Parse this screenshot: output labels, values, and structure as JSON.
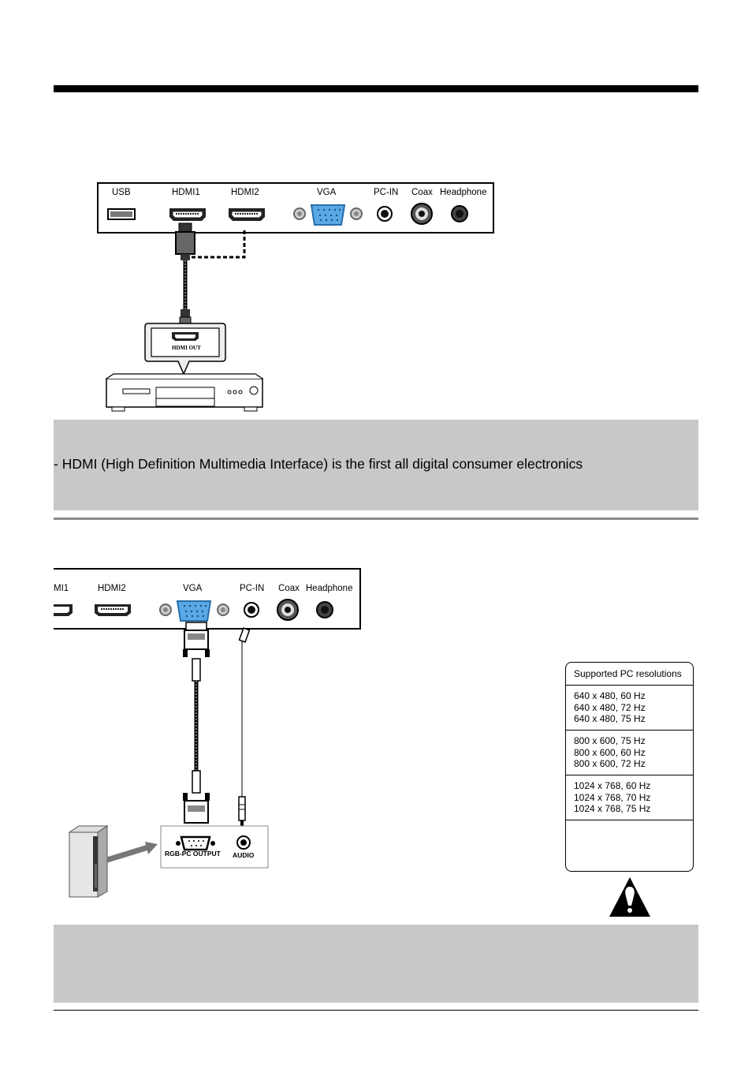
{
  "panel_top": {
    "labels": [
      "USB",
      "HDMI1",
      "HDMI2",
      "VGA",
      "PC-IN",
      "Coax",
      "Headphone"
    ]
  },
  "player": {
    "hdmi_out_label": "HDMI OUT"
  },
  "note_hdmi": {
    "text": "- HDMI (High Definition Multimedia Interface) is the first all digital consumer electronics"
  },
  "panel_bottom": {
    "labels": [
      "MI1",
      "HDMI2",
      "VGA",
      "PC-IN",
      "Coax",
      "Headphone"
    ]
  },
  "pc": {
    "rgb_label": "RGB-PC OUTPUT",
    "audio_label": "AUDIO"
  },
  "resolutions": {
    "header": "Supported PC resolutions",
    "groups": [
      [
        "640 x 480, 60 Hz",
        "640 x 480, 72 Hz",
        "640 x 480, 75 Hz"
      ],
      [
        "800 x 600, 75 Hz",
        "800 x 600, 60 Hz",
        "800 x 600, 72 Hz"
      ],
      [
        "1024 x 768, 60 Hz",
        "1024 x 768, 70 Hz",
        "1024 x 768, 75 Hz"
      ]
    ]
  },
  "icons": {
    "warning": "exclamation-warning-icon"
  },
  "colors": {
    "note_bg": "#c8c8c8",
    "vga_port": "#5aa9e6"
  }
}
